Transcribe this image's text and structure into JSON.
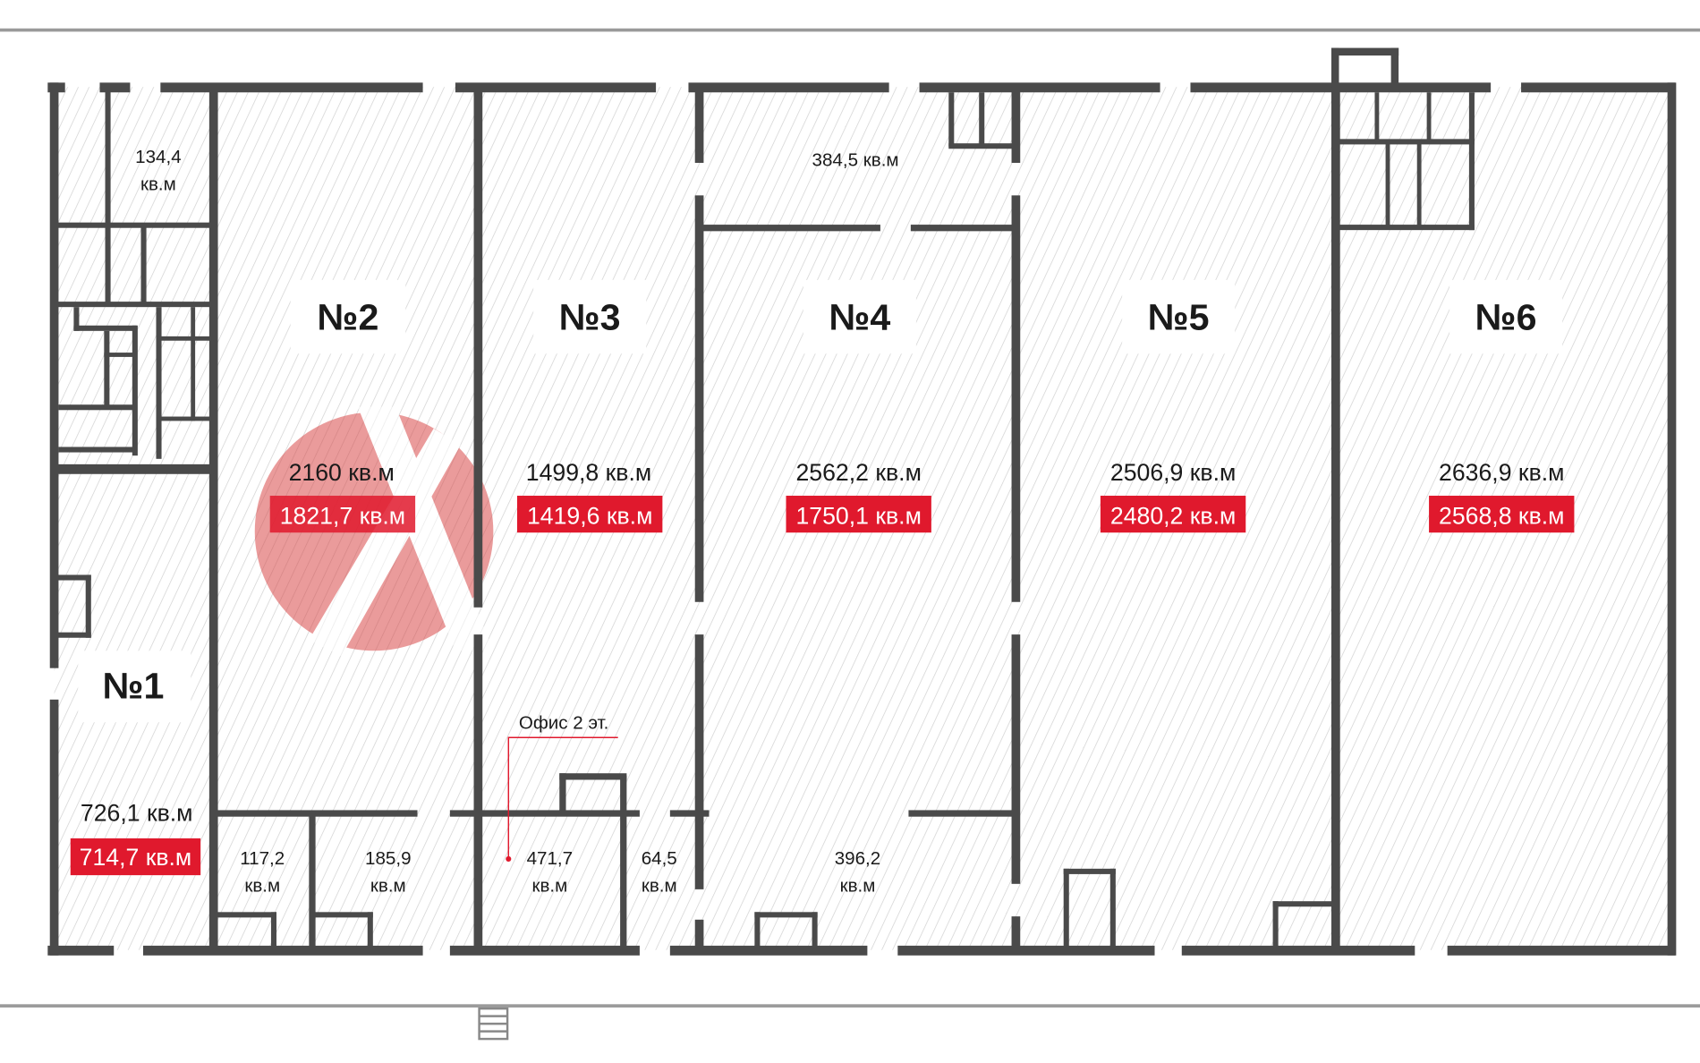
{
  "colors": {
    "wall": "#4a4a4a",
    "accent": "#e0192d",
    "hatch": "#cfcfcf"
  },
  "units": [
    {
      "number": "№1",
      "total": "726,1 кв.м",
      "highlighted": "714,7 кв.м"
    },
    {
      "number": "№2",
      "total": "2160 кв.м",
      "highlighted": "1821,7 кв.м"
    },
    {
      "number": "№3",
      "total": "1499,8 кв.м",
      "highlighted": "1419,6 кв.м"
    },
    {
      "number": "№4",
      "total": "2562,2 кв.м",
      "highlighted": "1750,1 кв.м"
    },
    {
      "number": "№5",
      "total": "2506,9 кв.м",
      "highlighted": "2480,2 кв.м"
    },
    {
      "number": "№6",
      "total": "2636,9 кв.м",
      "highlighted": "2568,8 кв.м"
    }
  ],
  "rooms": [
    {
      "value": "134,4",
      "unit": "кв.м"
    },
    {
      "value": "384,5 кв.м"
    },
    {
      "value": "117,2",
      "unit": "кв.м"
    },
    {
      "value": "185,9",
      "unit": "кв.м"
    },
    {
      "value": "471,7",
      "unit": "кв.м"
    },
    {
      "value": "64,5",
      "unit": "кв.м"
    },
    {
      "value": "396,2",
      "unit": "кв.м"
    }
  ],
  "office_label": "Офис 2 эт."
}
